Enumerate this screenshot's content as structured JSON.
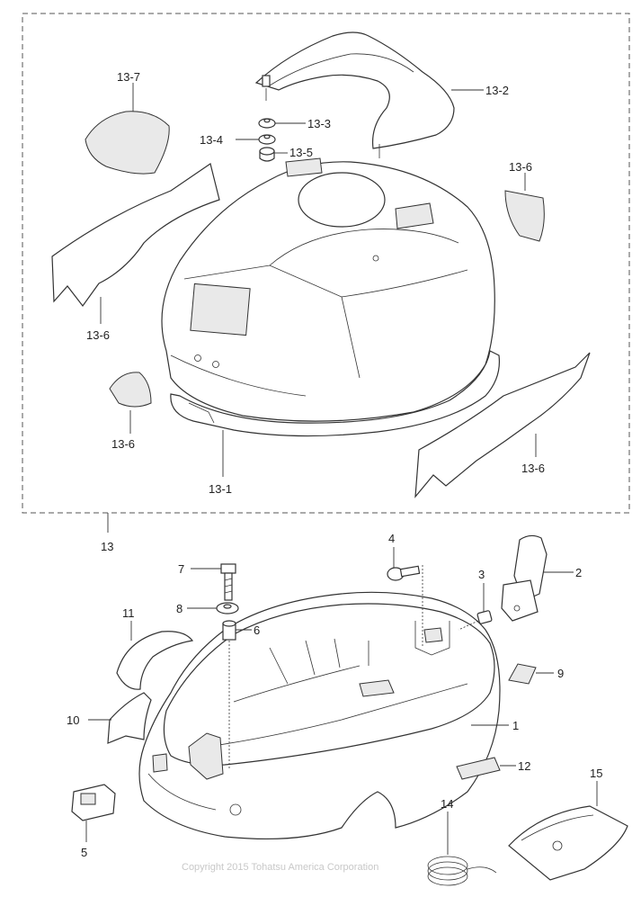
{
  "labels": {
    "p13_7": "13-7",
    "p13_2": "13-2",
    "p13_3": "13-3",
    "p13_4": "13-4",
    "p13_5": "13-5",
    "p13_6_right_top": "13-6",
    "p13_6_left_top": "13-6",
    "p13_6_left_bottom": "13-6",
    "p13_6_right_bottom": "13-6",
    "p13_1": "13-1",
    "p13": "13",
    "p7": "7",
    "p4": "4",
    "p3": "3",
    "p2": "2",
    "p8": "8",
    "p6": "6",
    "p11": "11",
    "p9": "9",
    "p10": "10",
    "p1": "1",
    "p12": "12",
    "p15": "15",
    "p14": "14",
    "p5": "5"
  },
  "copyright": "Copyright 2015 Tohatsu America Corporation"
}
